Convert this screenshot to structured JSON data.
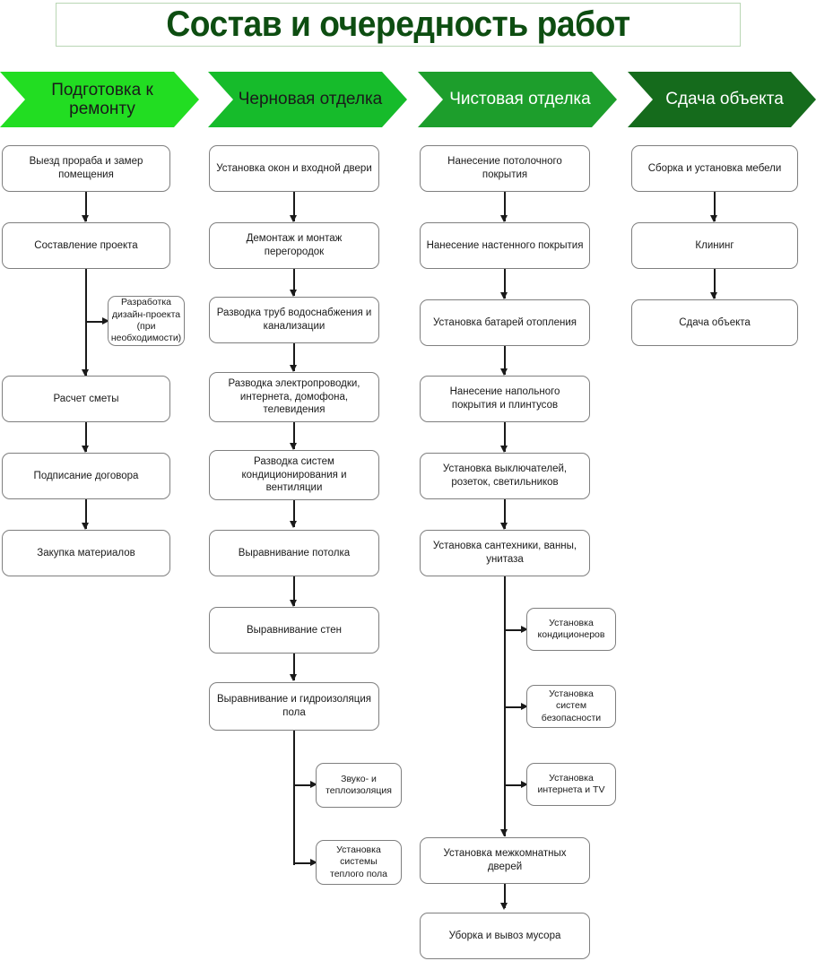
{
  "title": "Состав и очередность работ",
  "colors": {
    "title_text": "#0d4d11",
    "title_border": "#b9d6b4",
    "stage1": "#22dd22",
    "stage2": "#16bb2b",
    "stage3": "#1d9e2c",
    "stage4": "#156b1c",
    "box_border": "#7f7f7f",
    "box_fill": "#ffffff",
    "connector": "#1a1a1a"
  },
  "stages": [
    {
      "id": "stage-1",
      "label": "Подготовка к ремонту",
      "fill": "#22dd22",
      "text_color": "#1a1a1a"
    },
    {
      "id": "stage-2",
      "label": "Черновая отделка",
      "fill": "#16bb2b",
      "text_color": "#1a1a1a"
    },
    {
      "id": "stage-3",
      "label": "Чистовая отделка",
      "fill": "#1d9e2c",
      "text_color": "#ffffff"
    },
    {
      "id": "stage-4",
      "label": "Сдача объекта",
      "fill": "#156b1c",
      "text_color": "#ffffff"
    }
  ],
  "columns": [
    {
      "id": "column-1",
      "stage": "Подготовка к ремонту",
      "main": [
        "Выезд прораба и замер помещения",
        "Составление проекта",
        "Расчет сметы",
        "Подписание договора",
        "Закупка материалов"
      ],
      "branches": [
        "Разработка дизайн-проекта (при необходимости)"
      ]
    },
    {
      "id": "column-2",
      "stage": "Черновая отделка",
      "main": [
        "Установка окон и входной двери",
        "Демонтаж и монтаж перегородок",
        "Разводка труб водоснабжения и канализации",
        "Разводка электропроводки, интернета, домофона, телевидения",
        "Разводка систем кондиционирования и вентиляции",
        "Выравнивание потолка",
        "Выравнивание стен",
        "Выравнивание и гидроизоляция пола"
      ],
      "branches": [
        "Звуко- и теплоизоляция",
        "Установка системы теплого пола"
      ]
    },
    {
      "id": "column-3",
      "stage": "Чистовая отделка",
      "main": [
        "Нанесение потолочного покрытия",
        "Нанесение настенного покрытия",
        "Установка батарей отопления",
        "Нанесение напольного покрытия и плинтусов",
        "Установка выключателей, розеток, светильников",
        "Установка сантехники, ванны, унитаза",
        "Установка межкомнатных дверей",
        "Уборка и вывоз мусора"
      ],
      "branches": [
        "Установка кондиционеров",
        "Установка систем безопасности",
        "Установка интернета и TV"
      ]
    },
    {
      "id": "column-4",
      "stage": "Сдача объекта",
      "main": [
        "Сборка и установка мебели",
        "Клининг",
        "Сдача объекта"
      ],
      "branches": []
    }
  ]
}
